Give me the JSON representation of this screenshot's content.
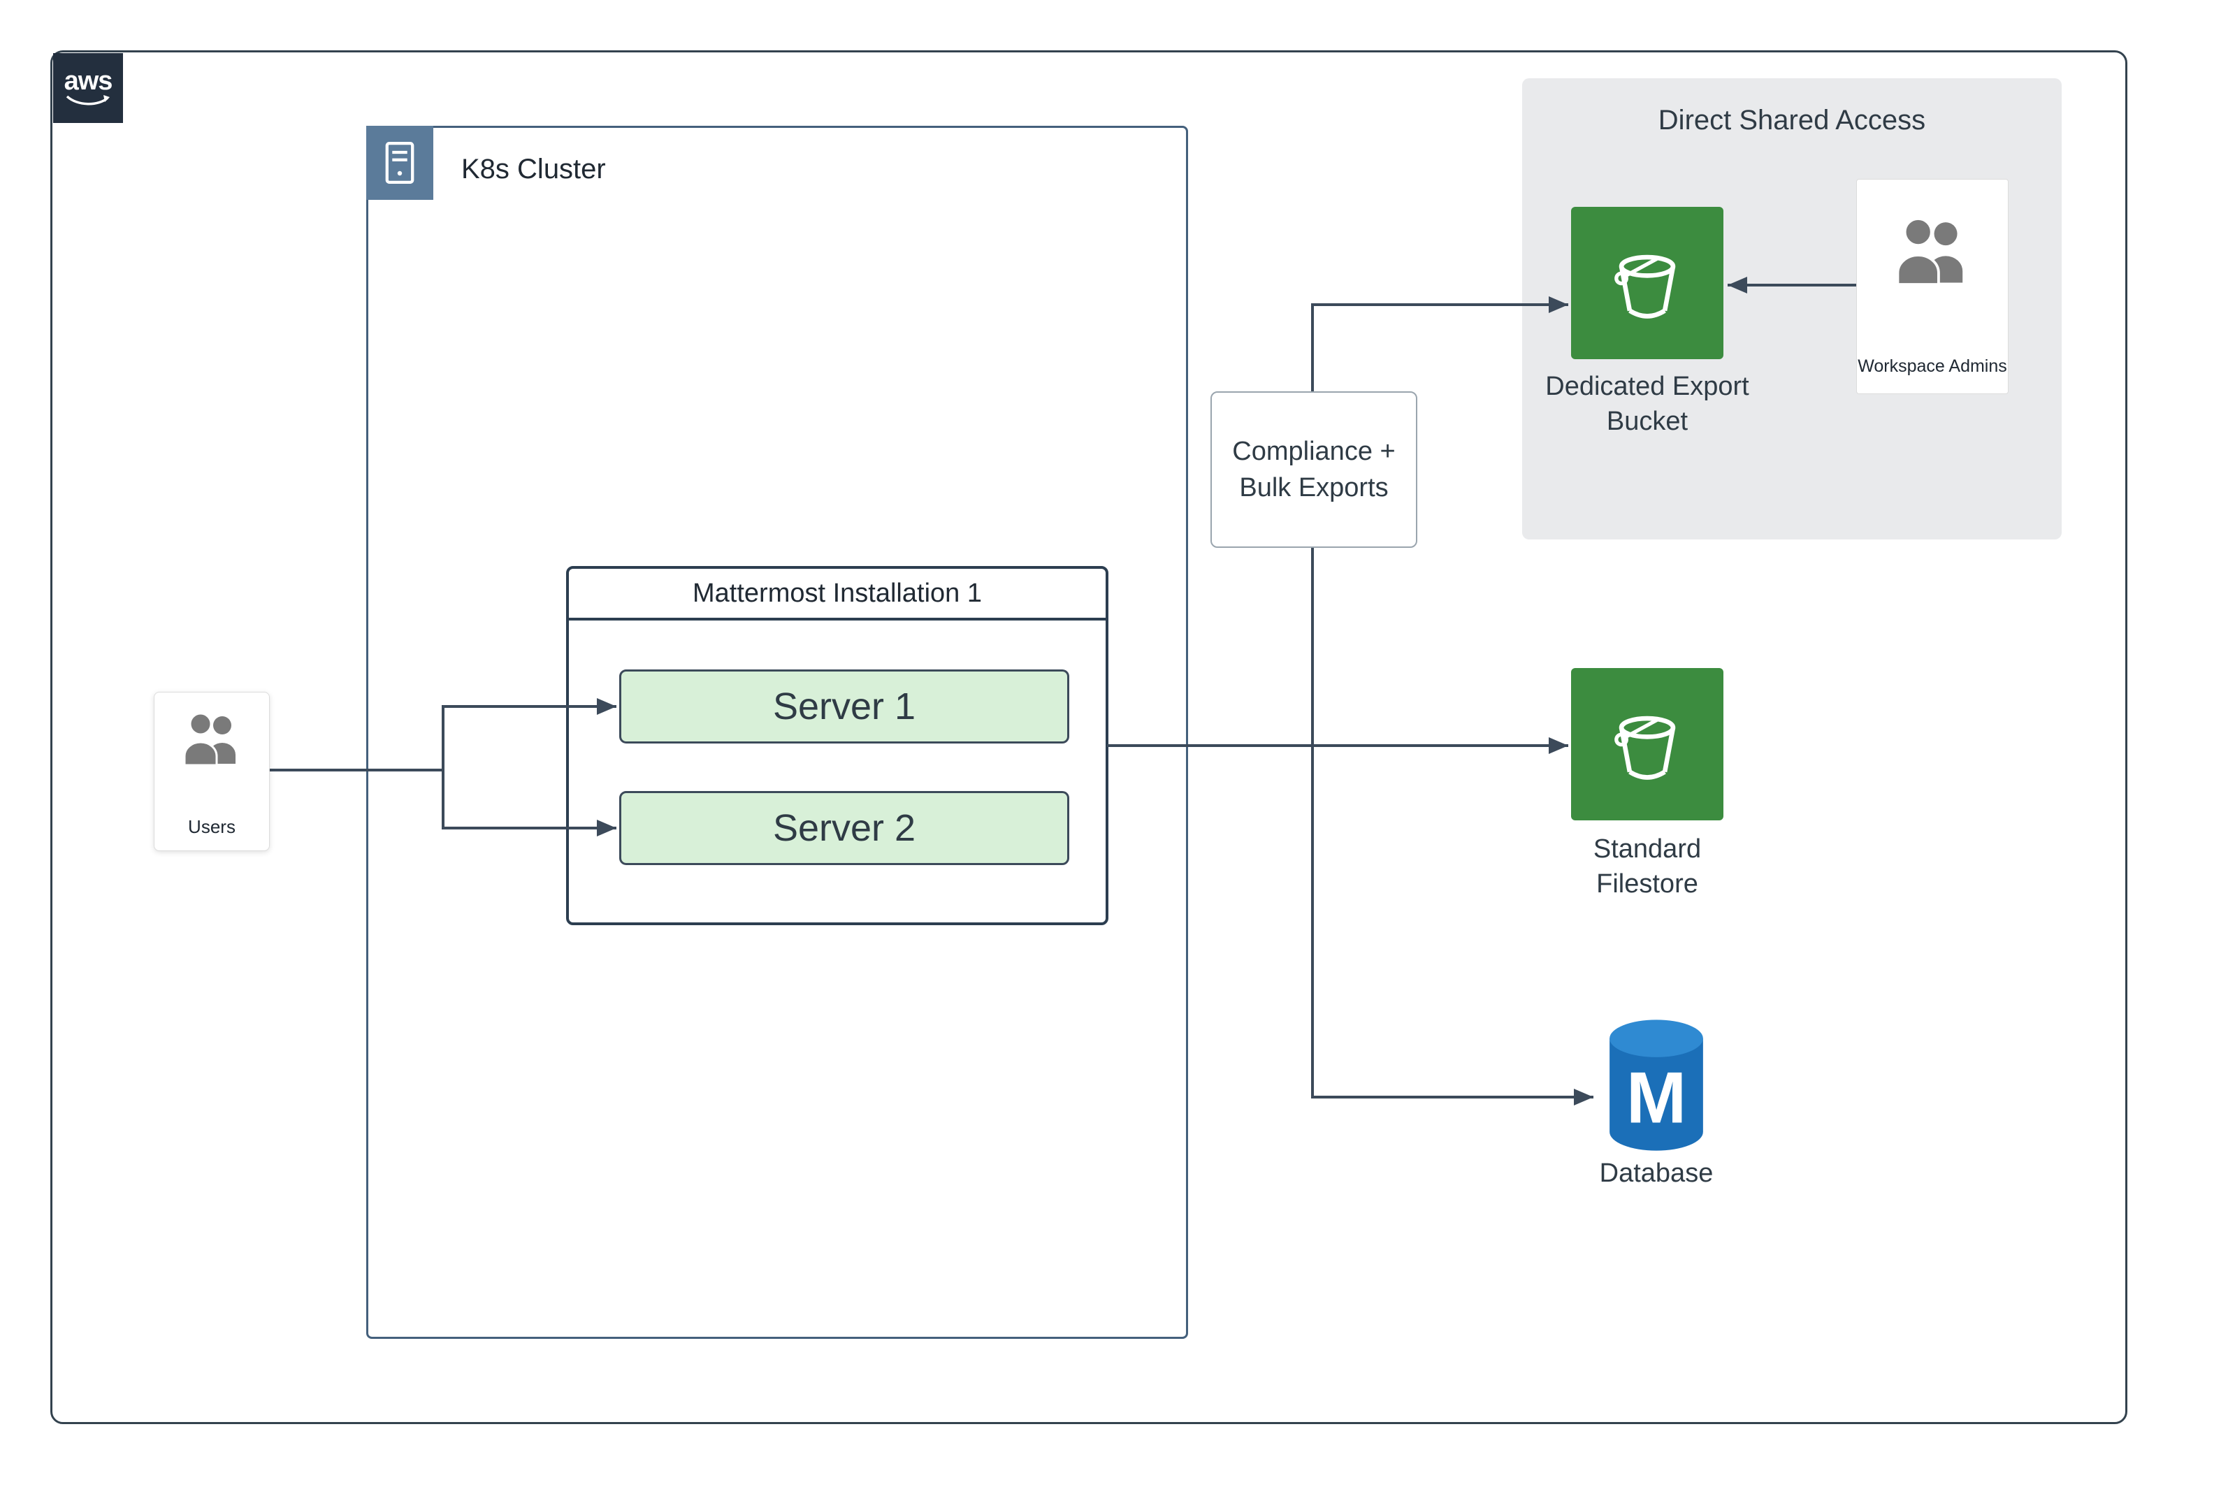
{
  "aws_logo": {
    "text": "aws",
    "bg": "#232F3E"
  },
  "k8s_cluster": {
    "label": "K8s Cluster"
  },
  "mattermost": {
    "title": "Mattermost Installation 1",
    "servers": [
      {
        "label": "Server 1"
      },
      {
        "label": "Server 2"
      }
    ]
  },
  "users": {
    "label": "Users"
  },
  "compliance_box": {
    "line1": "Compliance +",
    "line2": "Bulk Exports"
  },
  "direct_shared_access": {
    "title": "Direct Shared Access",
    "dedicated_bucket": {
      "line1": "Dedicated Export",
      "line2": "Bucket"
    },
    "workspace_admins": {
      "label": "Workspace Admins"
    }
  },
  "standard_filestore": {
    "line1": "Standard",
    "line2": "Filestore"
  },
  "database": {
    "label": "Database",
    "icon_letter": "M"
  },
  "colors": {
    "bucket_green": "#3C8C3F",
    "database_blue": "#1B6FB8",
    "database_blue_light": "#2F8AD2",
    "arrow": "#3C4A5A",
    "k8s_border": "#44607C",
    "k8s_badge": "#5B7B9A",
    "server_fill": "#D8F0D8",
    "panel_gray": "#E9EAEC",
    "frame": "#33424E",
    "box_dark": "#2C3E50"
  }
}
